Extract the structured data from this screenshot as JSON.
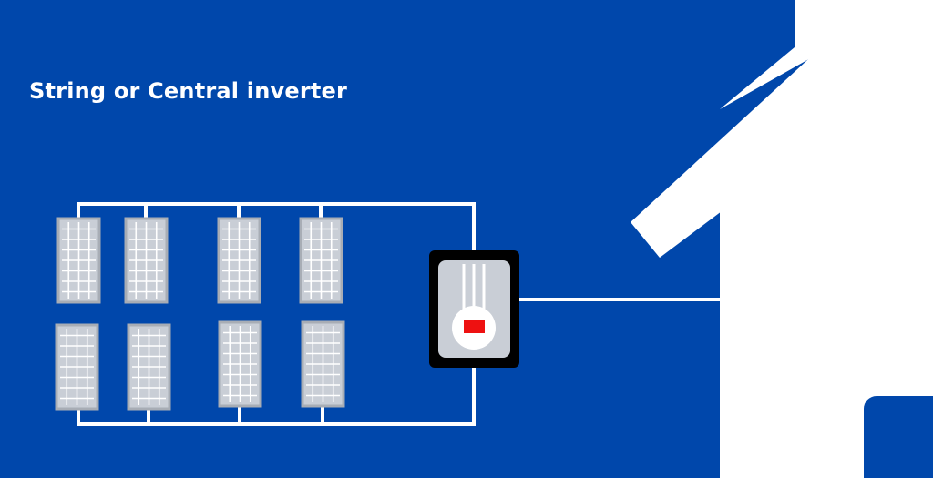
{
  "diagram": {
    "title": "String or Central inverter",
    "background": "#0047ab",
    "wire_color": "#ffffff",
    "panel": {
      "fill": "#c9ced6",
      "frame": "#a8adb5",
      "grid": "#ffffff",
      "rows": 2,
      "columns": 4
    },
    "inverter": {
      "case": "#000000",
      "face": "#c9ced6",
      "dial": "#ffffff",
      "indicator": "#ee1111"
    },
    "house": {
      "wall": "#ffffff",
      "door": "#0047ab"
    }
  }
}
